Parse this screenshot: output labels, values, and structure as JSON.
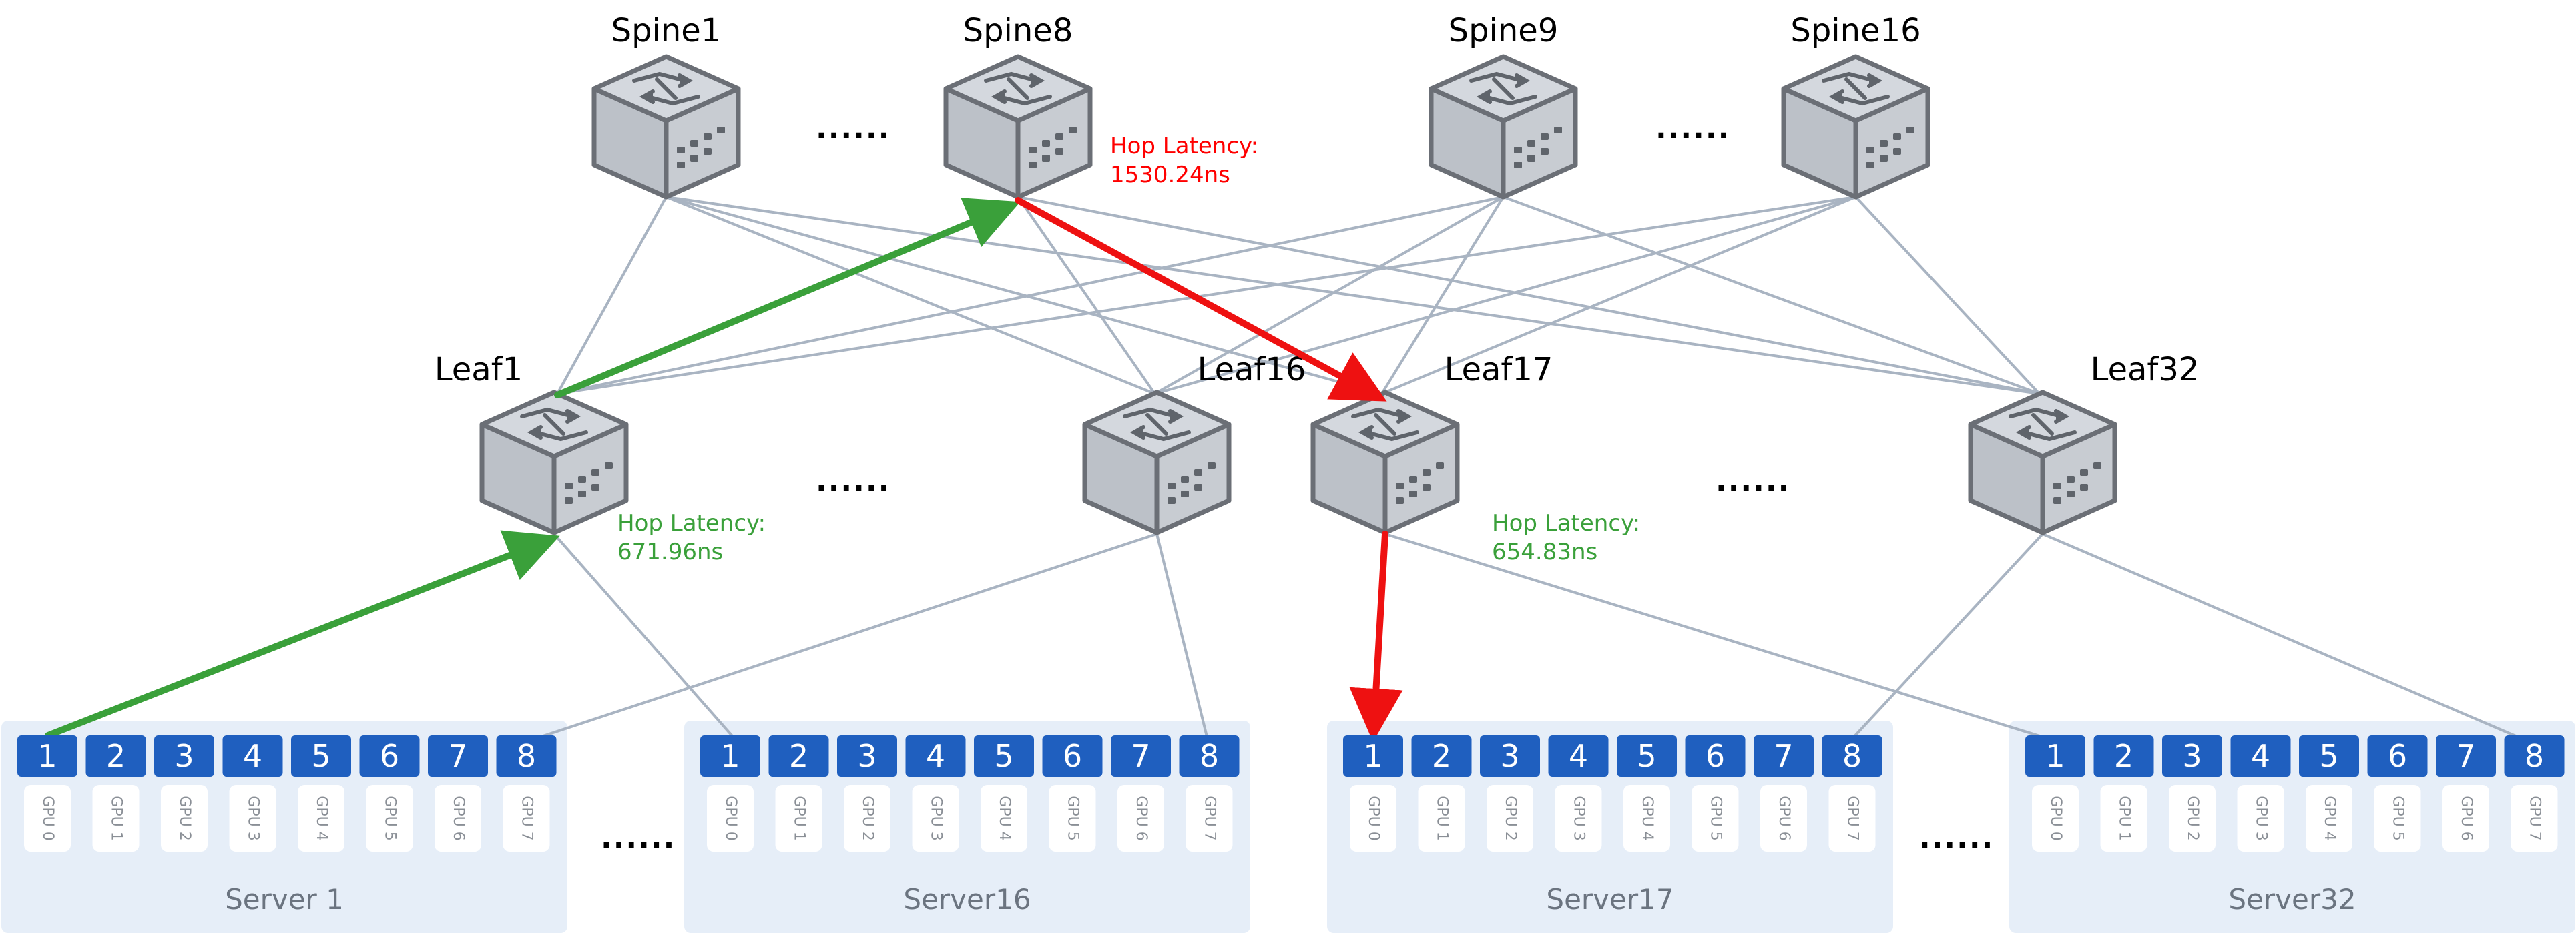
{
  "spines": [
    {
      "label": "Spine1"
    },
    {
      "label": "Spine8"
    },
    {
      "label": "Spine9"
    },
    {
      "label": "Spine16"
    }
  ],
  "leaves": [
    {
      "label": "Leaf1"
    },
    {
      "label": "Leaf16"
    },
    {
      "label": "Leaf17"
    },
    {
      "label": "Leaf32"
    }
  ],
  "servers": [
    {
      "label": "Server 1"
    },
    {
      "label": "Server16"
    },
    {
      "label": "Server17"
    },
    {
      "label": "Server32"
    }
  ],
  "ellipsis": "......",
  "ports": [
    "1",
    "2",
    "3",
    "4",
    "5",
    "6",
    "7",
    "8"
  ],
  "gpus": [
    "GPU 0",
    "GPU 1",
    "GPU 2",
    "GPU 3",
    "GPU 4",
    "GPU 5",
    "GPU 6",
    "GPU 7"
  ],
  "hop_latencies": [
    {
      "title": "Hop Latency:",
      "value": "671.96ns",
      "color": "#3aa03a"
    },
    {
      "title": "Hop Latency:",
      "value": "1530.24ns",
      "color": "#ff0000"
    },
    {
      "title": "Hop Latency:",
      "value": "654.83ns",
      "color": "#3aa03a"
    }
  ],
  "colors": {
    "link": "#a9b4c2",
    "path_up": "#3aa03a",
    "path_down": "#ee1111",
    "port": "#1f5fbf",
    "server_bg": "#e6eef8",
    "switch_top": "#d4d8de",
    "switch_front": "#bcc1c8",
    "switch_side": "#c8ccd2",
    "switch_edge": "#6b6f76",
    "switch_icon": "#5f646b"
  },
  "icons": {
    "switch": "network-switch-icon"
  }
}
